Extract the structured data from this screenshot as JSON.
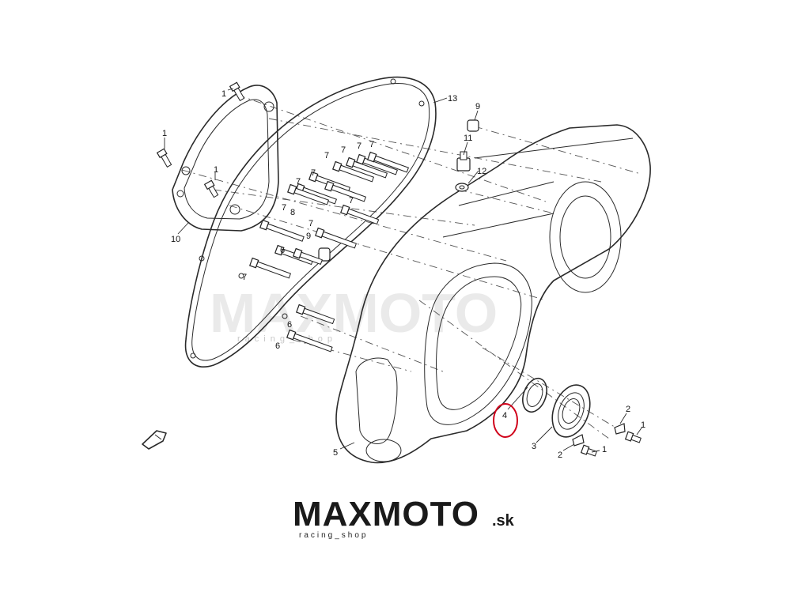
{
  "diagram": {
    "callouts": [
      {
        "id": "c1a",
        "text": "1"
      },
      {
        "id": "c1b",
        "text": "1"
      },
      {
        "id": "c1c",
        "text": "1"
      },
      {
        "id": "c10",
        "text": "10"
      },
      {
        "id": "c13",
        "text": "13"
      },
      {
        "id": "c9a",
        "text": "9"
      },
      {
        "id": "c11",
        "text": "11"
      },
      {
        "id": "c12",
        "text": "12"
      },
      {
        "id": "c7a",
        "text": "7"
      },
      {
        "id": "c7b",
        "text": "7"
      },
      {
        "id": "c7c",
        "text": "7"
      },
      {
        "id": "c7d",
        "text": "7"
      },
      {
        "id": "c7e",
        "text": "7"
      },
      {
        "id": "c7f",
        "text": "7"
      },
      {
        "id": "c7g",
        "text": "7"
      },
      {
        "id": "c7h",
        "text": "7"
      },
      {
        "id": "c7i",
        "text": "7"
      },
      {
        "id": "c7j",
        "text": "7"
      },
      {
        "id": "c8",
        "text": "8"
      },
      {
        "id": "c9b",
        "text": "9"
      },
      {
        "id": "c6a",
        "text": "6"
      },
      {
        "id": "c6b",
        "text": "6"
      },
      {
        "id": "c6c",
        "text": "6"
      },
      {
        "id": "c5",
        "text": "5"
      },
      {
        "id": "c4",
        "text": "4"
      },
      {
        "id": "c3",
        "text": "3"
      },
      {
        "id": "c2a",
        "text": "2"
      },
      {
        "id": "c2b",
        "text": "2"
      },
      {
        "id": "c1d",
        "text": "1"
      },
      {
        "id": "c1e",
        "text": "1"
      }
    ],
    "highlight": {
      "target": "4",
      "color": "#d0021b"
    },
    "watermark": {
      "main": "MAXMOTO",
      "sub": "racing_shop"
    }
  },
  "logo": {
    "max": "MAX",
    "moto": "MOTO",
    "sk": ".sk",
    "tagline": "racing_shop",
    "colors": {
      "dark": "#1a1a1a",
      "accent": "#d0021b"
    }
  }
}
